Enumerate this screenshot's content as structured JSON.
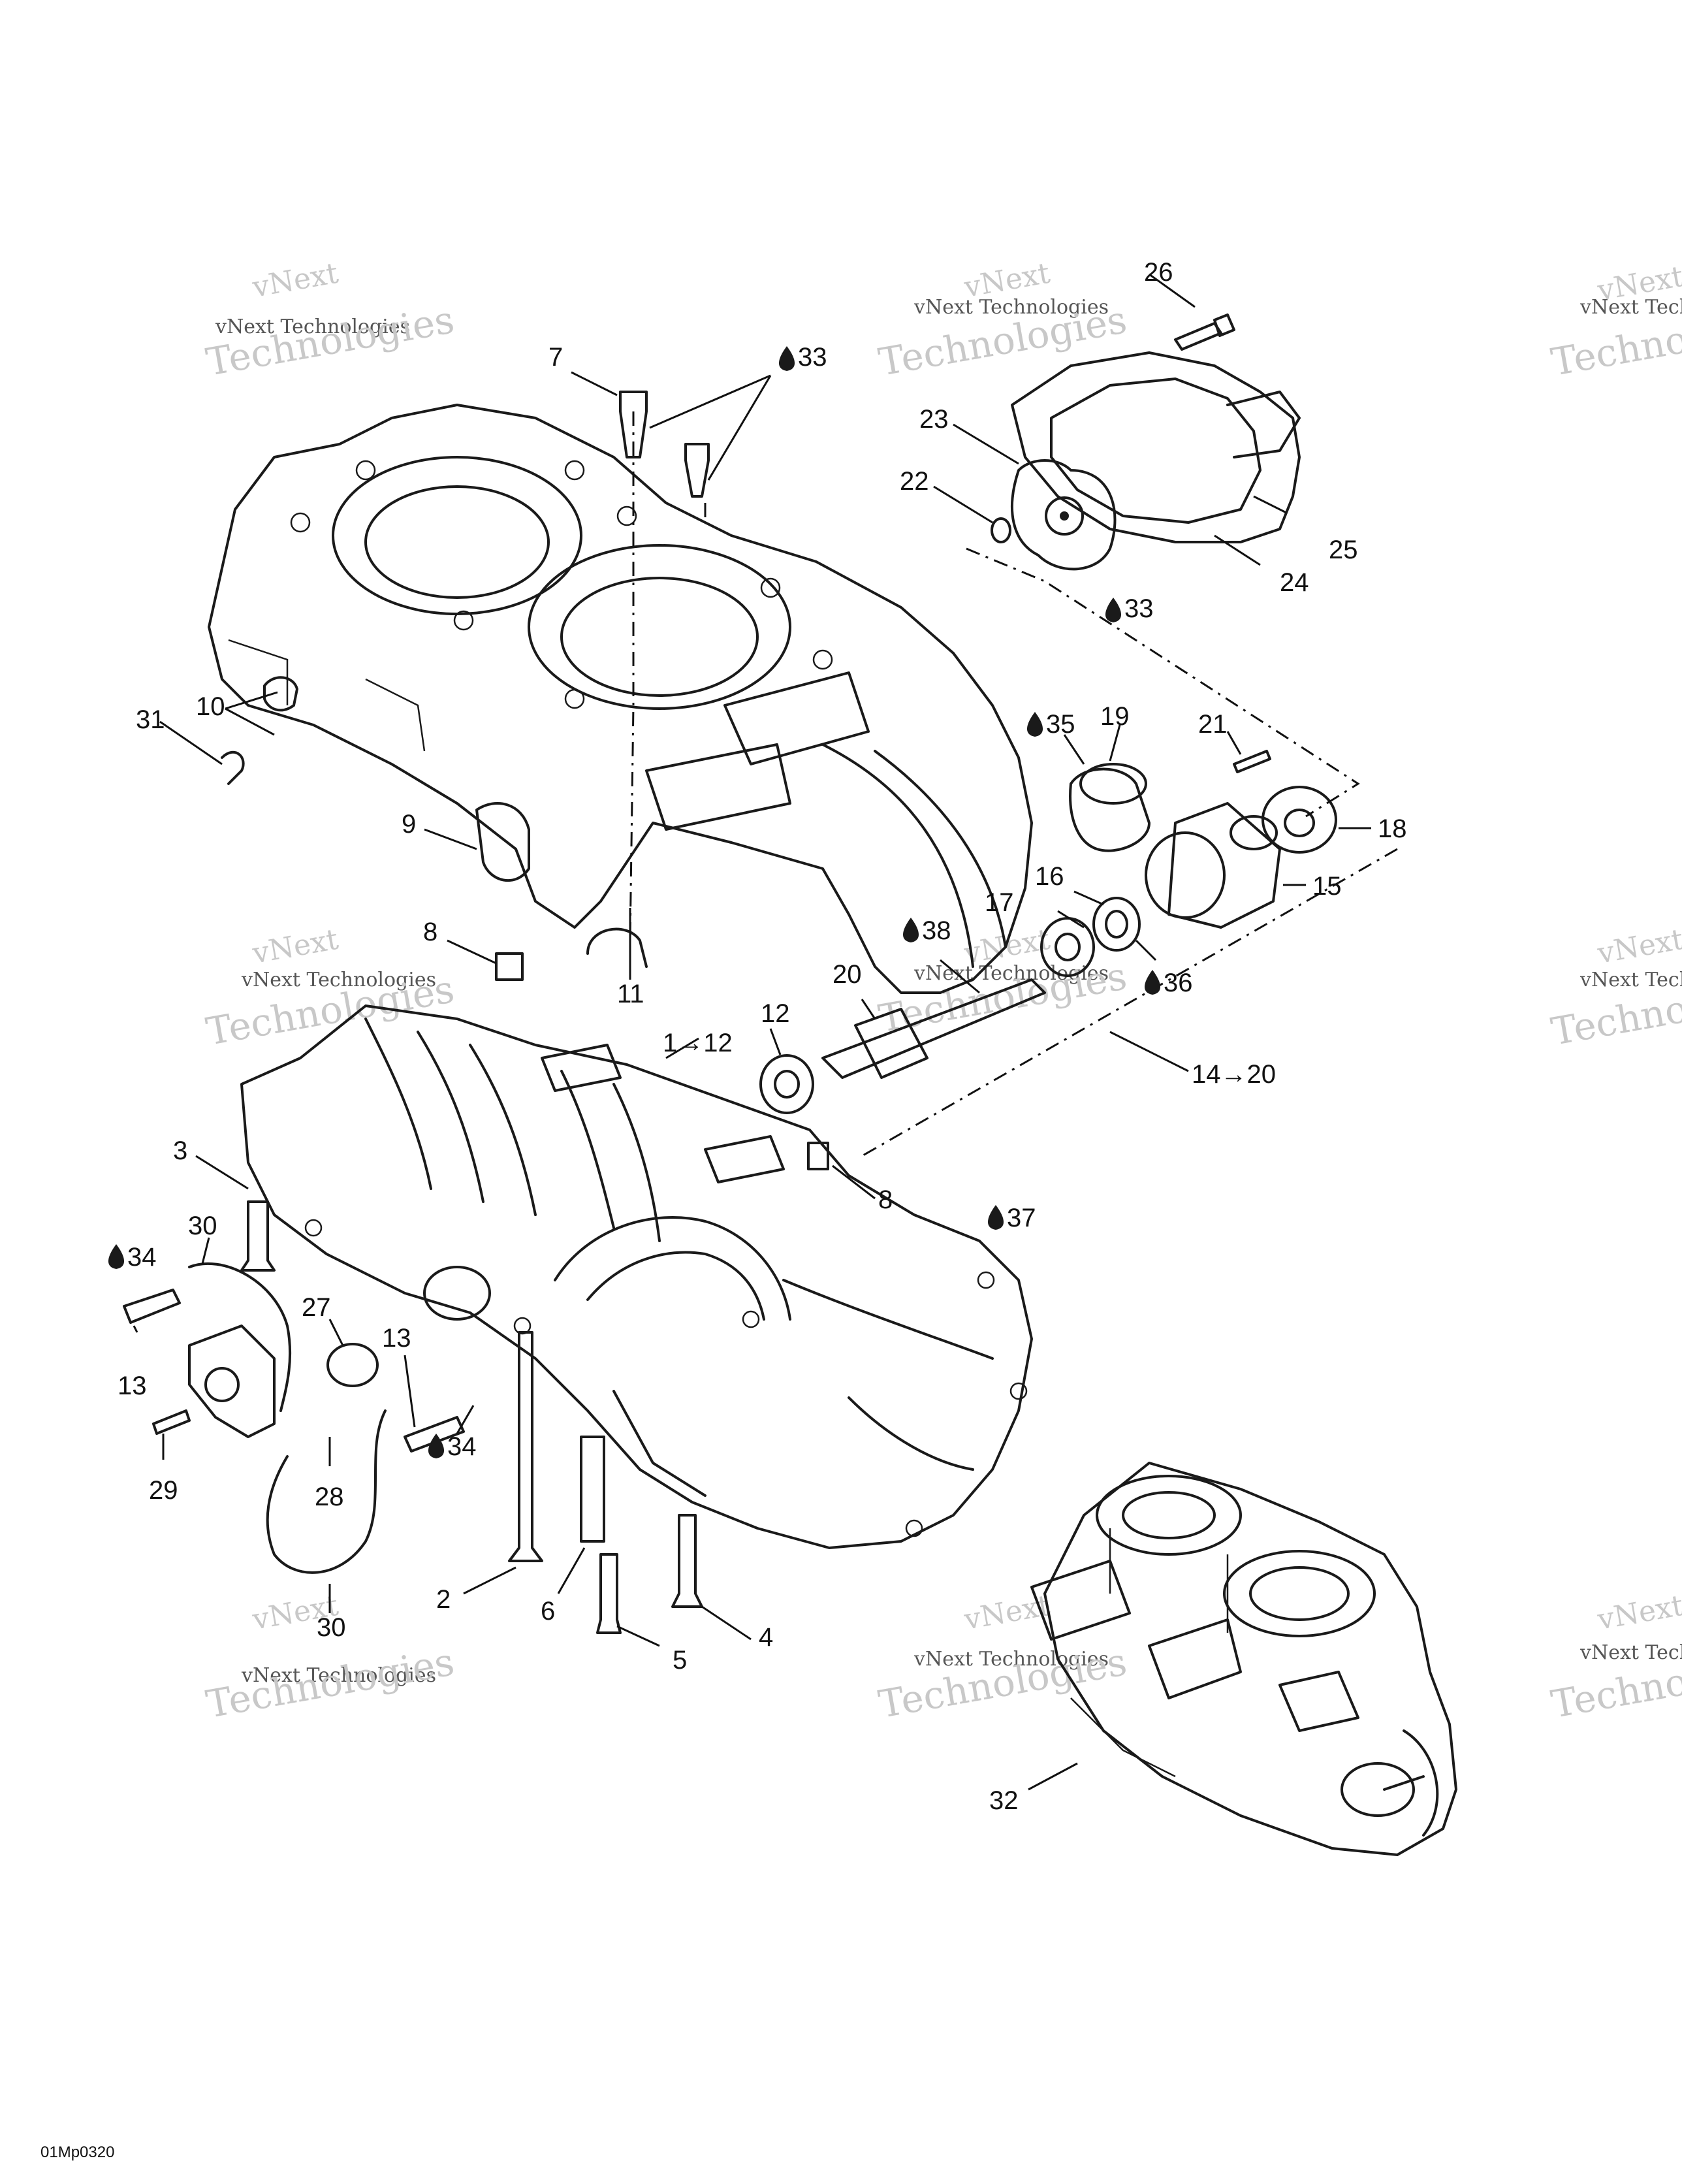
{
  "diagram_code": "01Mp0320",
  "watermark": {
    "line1": "vNext",
    "line2": "vNext Technologies",
    "line3": "Technologies"
  },
  "callouts": {
    "c1_12": "1→12",
    "c2": "2",
    "c3": "3",
    "c4": "4",
    "c5": "5",
    "c6": "6",
    "c7": "7",
    "c8a": "8",
    "c8b": "8",
    "c9": "9",
    "c10": "10",
    "c11": "11",
    "c12": "12",
    "c13a": "13",
    "c13b": "13",
    "c14_20": "14→20",
    "c15": "15",
    "c16": "16",
    "c17": "17",
    "c18": "18",
    "c19": "19",
    "c20": "20",
    "c21": "21",
    "c22": "22",
    "c23": "23",
    "c24": "24",
    "c25": "25",
    "c26": "26",
    "c27": "27",
    "c28": "28",
    "c29": "29",
    "c30a": "30",
    "c30b": "30",
    "c31": "31",
    "c32": "32",
    "c33a": "33",
    "c33b": "33",
    "c34a": "34",
    "c34b": "34",
    "c35": "35",
    "c36": "36",
    "c37": "37",
    "c38": "38"
  }
}
